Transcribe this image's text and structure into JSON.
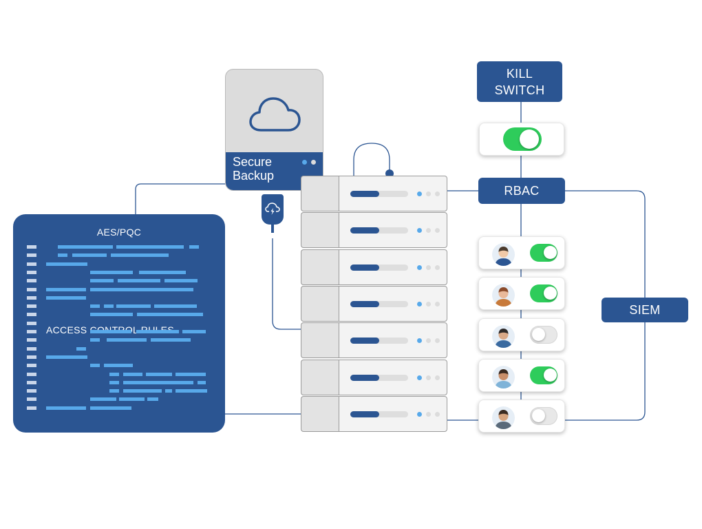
{
  "code_panel": {
    "title": "AES/PQC",
    "subtitle": "ACCESS CONTROL RULES",
    "color": "#2b5592"
  },
  "backup": {
    "label_line1": "Secure",
    "label_line2": "Backup",
    "icon": "cloud-icon",
    "plug_icon": "cloud-lightning-icon"
  },
  "kill_switch": {
    "label_line1": "KILL",
    "label_line2": "SWITCH",
    "toggle_on": true
  },
  "rbac": {
    "label": "RBAC"
  },
  "siem": {
    "label": "SIEM"
  },
  "servers": [
    {
      "progress": 0.5
    },
    {
      "progress": 0.5
    },
    {
      "progress": 0.5
    },
    {
      "progress": 0.5
    },
    {
      "progress": 0.5
    },
    {
      "progress": 0.5
    },
    {
      "progress": 0.5
    }
  ],
  "users": [
    {
      "avatar": "user-avatar-1",
      "enabled": true
    },
    {
      "avatar": "user-avatar-2",
      "enabled": true
    },
    {
      "avatar": "user-avatar-3",
      "enabled": false
    },
    {
      "avatar": "user-avatar-4",
      "enabled": true
    },
    {
      "avatar": "user-avatar-5",
      "enabled": false
    }
  ],
  "colors": {
    "navy": "#2b5592",
    "accent_blue": "#58a9ea",
    "toggle_on": "#2ecc5b",
    "toggle_off": "#e8e8e8"
  }
}
